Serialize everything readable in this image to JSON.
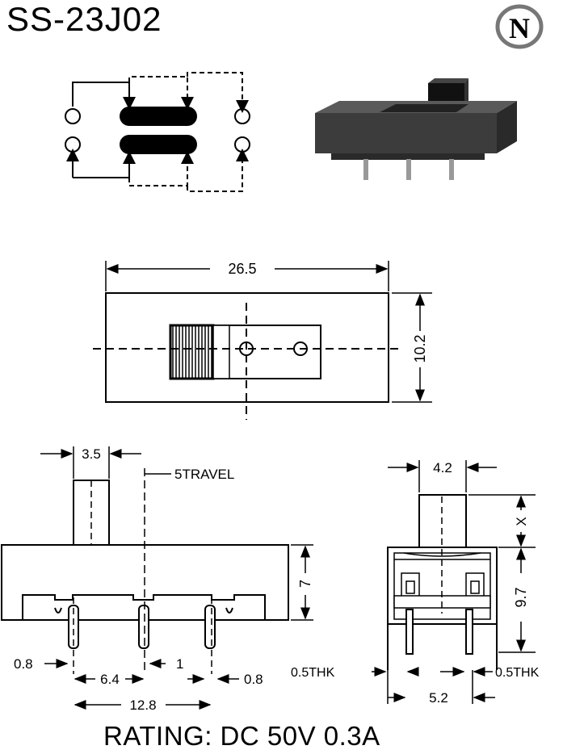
{
  "header": {
    "model": "SS-23J02",
    "logo_letter": "N"
  },
  "top_view": {
    "width_dim": "26.5",
    "height_dim": "10.2"
  },
  "front_view": {
    "actuator_width": "3.5",
    "travel_label": "5TRAVEL",
    "body_height": "7",
    "pin_dia": "0.8",
    "pitch": "6.4",
    "gap": "1",
    "pin_dia_right": "0.8",
    "pin_span": "12.8"
  },
  "side_view": {
    "actuator_width": "4.2",
    "actuator_height": "X",
    "body_height": "9.7",
    "pin_thk_left": "0.5THK",
    "pin_thk_right": "0.5THK",
    "pin_span": "5.2"
  },
  "footer": {
    "rating": "RATING: DC 50V 0.3A"
  }
}
